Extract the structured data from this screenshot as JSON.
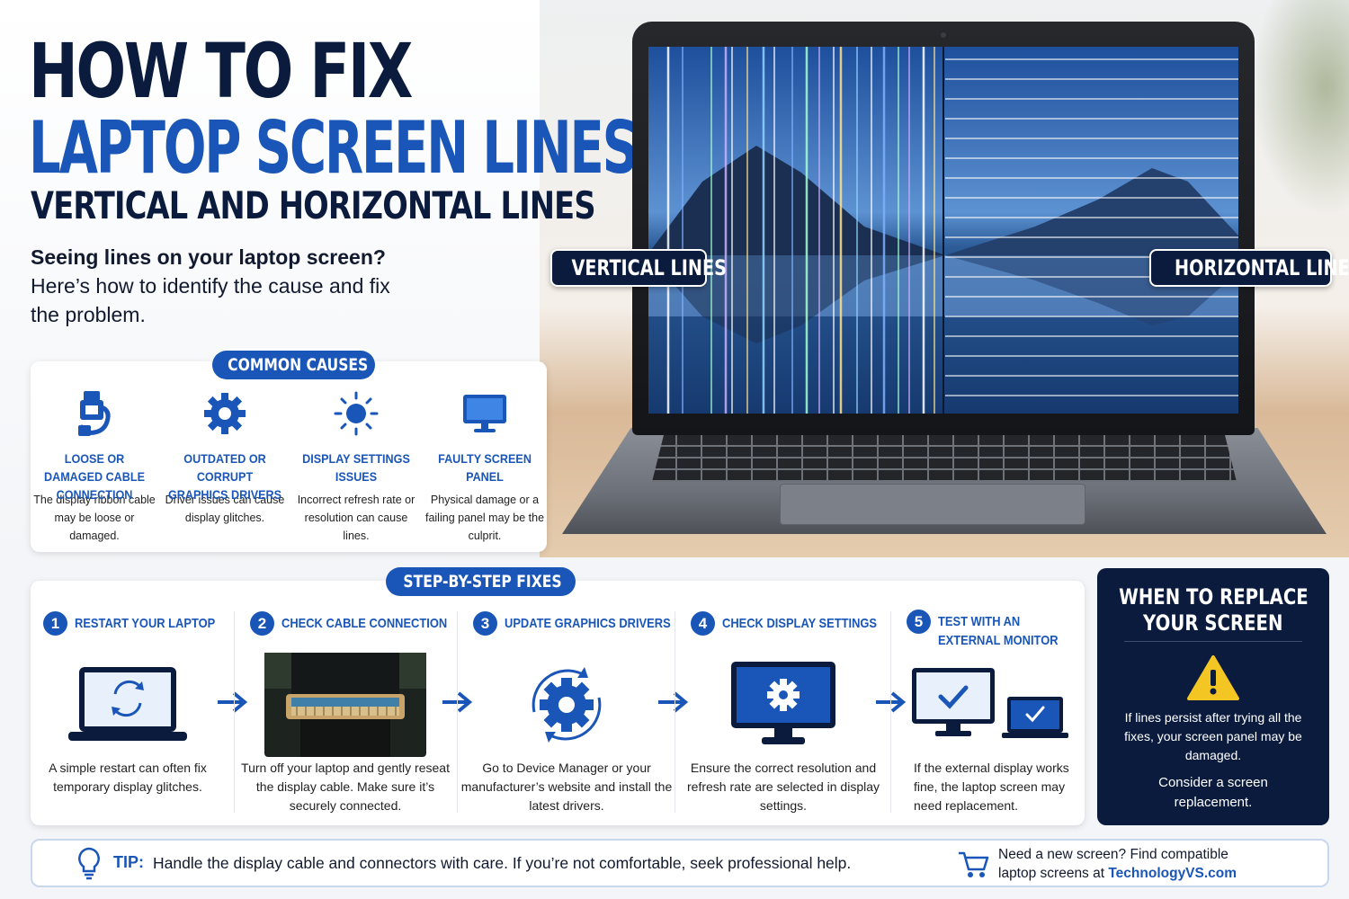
{
  "header": {
    "title_line1": "HOW TO FIX",
    "title_line2": "LAPTOP SCREEN LINES",
    "subtitle": "VERTICAL AND HORIZONTAL LINES"
  },
  "intro": {
    "question": "Seeing lines on your laptop screen?",
    "answer": "Here’s how to identify the cause and fix the problem."
  },
  "hero": {
    "vertical_label": "VERTICAL LINES",
    "horizontal_label": "HORIZONTAL LINES"
  },
  "causes": {
    "heading": "COMMON CAUSES",
    "items": [
      {
        "icon": "cable-plug-icon",
        "title": "LOOSE OR DAMAGED CABLE CONNECTION",
        "desc": "The display ribbon cable may be loose or damaged."
      },
      {
        "icon": "gear-icon",
        "title": "OUTDATED OR CORRUPT GRAPHICS DRIVERS",
        "desc": "Driver issues can cause display glitches."
      },
      {
        "icon": "brightness-icon",
        "title": "DISPLAY SETTINGS ISSUES",
        "desc": "Incorrect refresh rate or resolution can cause lines."
      },
      {
        "icon": "monitor-icon",
        "title": "FAULTY SCREEN PANEL",
        "desc": "Physical damage or a failing panel may be the culprit."
      }
    ]
  },
  "steps": {
    "heading": "STEP-BY-STEP FIXES",
    "items": [
      {
        "num": "1",
        "title": "RESTART YOUR LAPTOP",
        "desc": "A simple restart can often fix temporary display glitches."
      },
      {
        "num": "2",
        "title": "CHECK CABLE CONNECTION",
        "desc": "Turn off your laptop and gently reseat the display cable. Make sure it’s securely connected."
      },
      {
        "num": "3",
        "title": "UPDATE GRAPHICS DRIVERS",
        "desc": "Go to Device Manager or your manufacturer’s website and install the latest drivers."
      },
      {
        "num": "4",
        "title": "CHECK DISPLAY SETTINGS",
        "desc": "Ensure the correct resolution and refresh rate are selected in display settings."
      },
      {
        "num": "5",
        "title": "TEST WITH AN\nEXTERNAL MONITOR",
        "desc": "If the external display works fine, the laptop screen may need replacement."
      }
    ]
  },
  "replace": {
    "title_line1": "WHEN TO REPLACE",
    "title_line2": "YOUR SCREEN",
    "text": "If lines persist after trying all the fixes, your screen panel may be damaged.",
    "text2": "Consider a screen replacement."
  },
  "tip": {
    "label": "TIP:",
    "text": "Handle the display cable and connectors with care. If you’re not comfortable, seek professional help.",
    "promo_line1": "Need a new screen? Find compatible",
    "promo_line2_prefix": "laptop screens at ",
    "promo_link": "TechnologyVS.com"
  },
  "colors": {
    "navy": "#0b1b3d",
    "brand_blue": "#1a56b8",
    "warning_yellow": "#f3c623"
  }
}
